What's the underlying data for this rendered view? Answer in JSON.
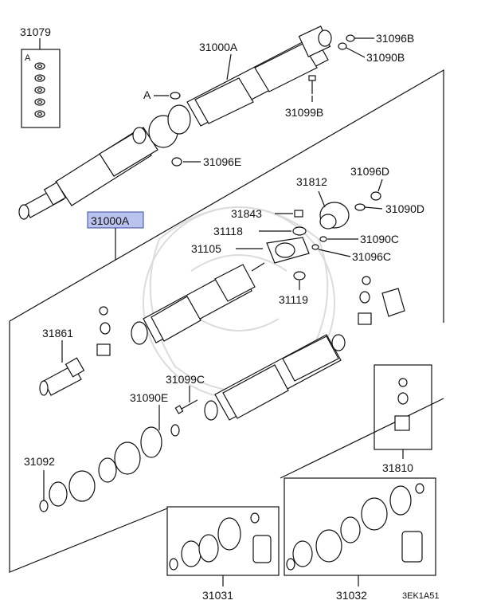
{
  "labels": {
    "p31079": "31079",
    "boxA": "A",
    "p31000A_top": "31000A",
    "p31096B": "31096B",
    "p31090B": "31090B",
    "calloutA": "A",
    "p31099B": "31099B",
    "p31096E": "31096E",
    "p31812": "31812",
    "p31096D": "31096D",
    "p31843": "31843",
    "p31090D": "31090D",
    "p31000A_hl": "31000A",
    "p31118": "31118",
    "p31090C": "31090C",
    "p31105": "31105",
    "p31096C": "31096C",
    "p31119": "31119",
    "p31861": "31861",
    "p31099C": "31099C",
    "p31090E": "31090E",
    "p31092": "31092",
    "p31810": "31810",
    "p31031": "31031",
    "p31032": "31032",
    "code": "3EK1A51"
  },
  "colors": {
    "highlight_fill": "#b9c3ee",
    "highlight_stroke": "#3b4aa8",
    "line": "#111111"
  }
}
